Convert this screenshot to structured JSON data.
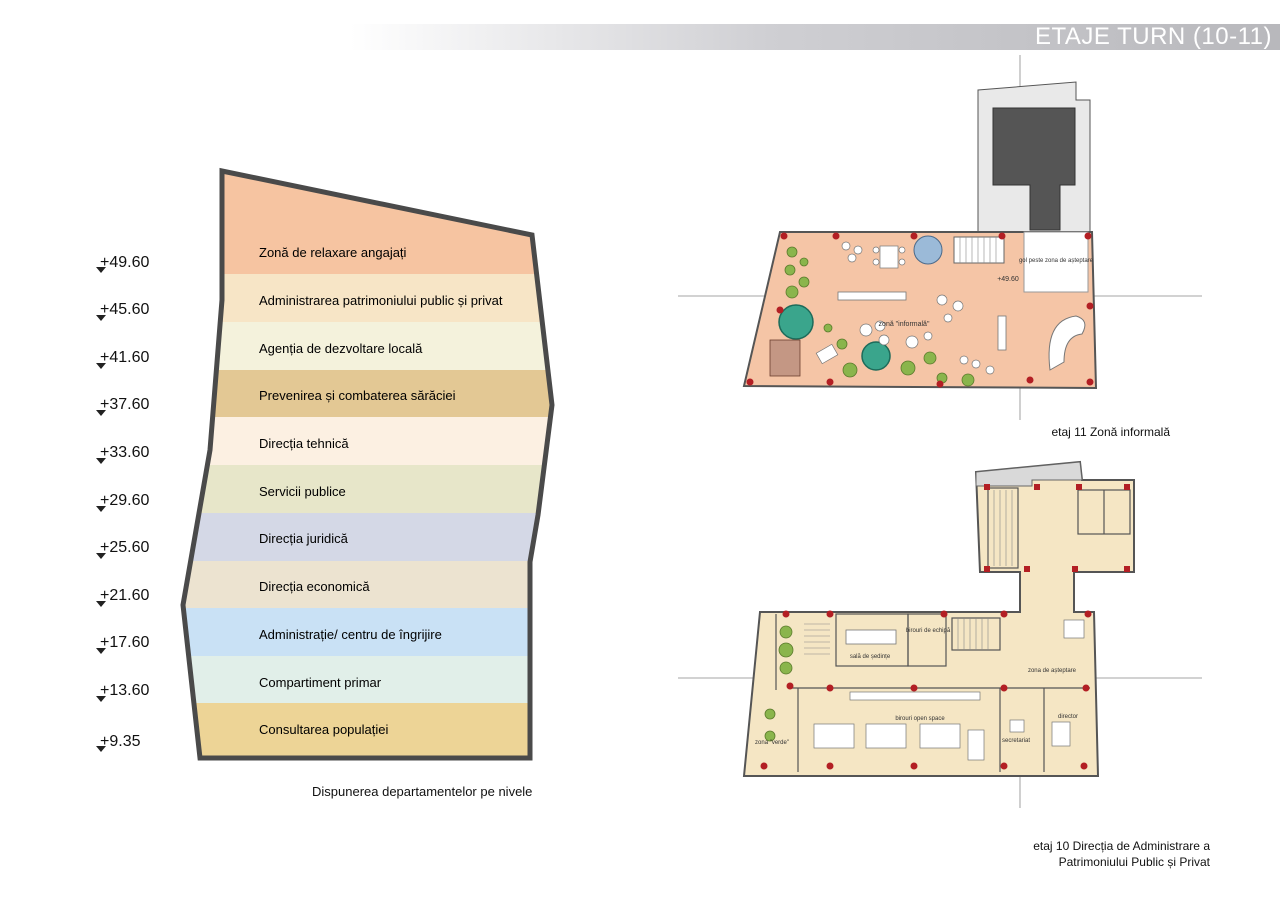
{
  "header": {
    "title": "ETAJE TURN (10-11)"
  },
  "levels": [
    "+49.60",
    "+45.60",
    "+41.60",
    "+37.60",
    "+33.60",
    "+29.60",
    "+25.60",
    "+21.60",
    "+17.60",
    "+13.60",
    "+9.35"
  ],
  "departments": [
    {
      "label": "Zonă de relaxare angajați",
      "color": "#f6c4a1"
    },
    {
      "label": "Administrarea patrimoniului public și privat",
      "color": "#f7e5c6"
    },
    {
      "label": "Agenția de dezvoltare locală",
      "color": "#f4f2dc"
    },
    {
      "label": "Prevenirea și combaterea sărăciei",
      "color": "#e3c894"
    },
    {
      "label": "Direcția tehnică",
      "color": "#fcf0e2"
    },
    {
      "label": "Servicii publice",
      "color": "#e7e6c9"
    },
    {
      "label": "Direcția juridică",
      "color": "#d4d8e6"
    },
    {
      "label": "Direcția economică",
      "color": "#ece3d0"
    },
    {
      "label": "Administrație/ centru de îngrijire",
      "color": "#c9e1f5"
    },
    {
      "label": "Compartiment primar",
      "color": "#e1efe9"
    },
    {
      "label": "Consultarea populației",
      "color": "#edd496"
    }
  ],
  "diagram_caption": "Dispunerea departamentelor pe nivele",
  "plan_upper": {
    "caption": "etaj 11  Zonă informală",
    "labels": {
      "zona_informala": "zonă \"informală\"",
      "gol": "gol peste zona de așteptare",
      "elevation": "+49.60"
    }
  },
  "plan_lower": {
    "caption_line1": "etaj 10 Direcția de Administrare a",
    "caption_line2": "Patrimoniului Public și Privat",
    "labels": {
      "sala_sedinte": "sală de ședințe",
      "birouri_echipa": "birouri de echipă",
      "zona_asteptare": "zona de așteptare",
      "birouri_open_space": "birouri open space",
      "zona_verde": "zona \"verde\"",
      "secretariat": "secretariat",
      "director": "director"
    }
  },
  "colors": {
    "outline": "#4a4a4a",
    "plan_floor_upper": "#f5c5a6",
    "plan_floor_lower": "#f5e6c4",
    "column_red": "#b31f24",
    "plant_green": "#8ab54c"
  }
}
